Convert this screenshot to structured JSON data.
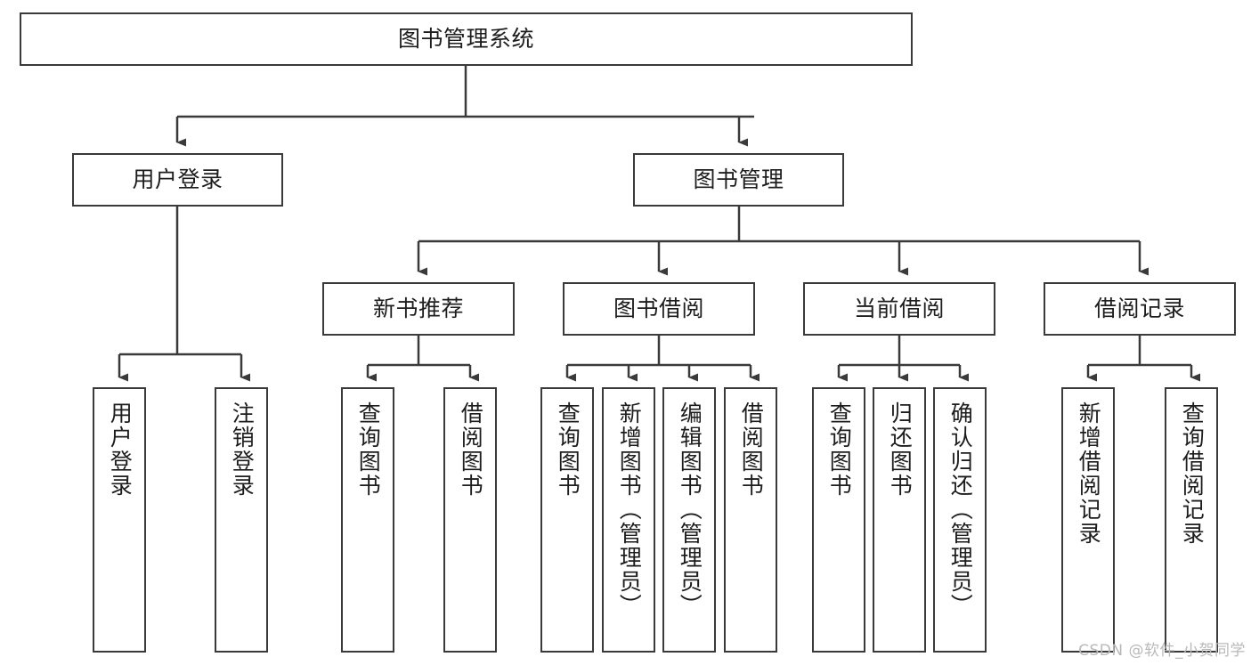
{
  "diagram": {
    "title": "图书管理系统",
    "watermark": "CSDN @软件_小贺同学",
    "line_color": "#3a3a3a",
    "box_fill": "#ffffff",
    "text_color": "#1d1d1d",
    "background": "#ffffff",
    "levels": {
      "root": {
        "label": "图书管理系统"
      },
      "level2": [
        {
          "label": "用户登录"
        },
        {
          "label": "图书管理"
        }
      ],
      "level3": [
        {
          "label": "新书推荐"
        },
        {
          "label": "图书借阅"
        },
        {
          "label": "当前借阅"
        },
        {
          "label": "借阅记录"
        }
      ],
      "leaves": {
        "user_login": [
          {
            "label": "用户登录"
          },
          {
            "label": "注销登录"
          }
        ],
        "new_book_recommend": [
          {
            "label": "查询图书"
          },
          {
            "label": "借阅图书"
          }
        ],
        "book_borrow": [
          {
            "label": "查询图书"
          },
          {
            "label": "新增图书（管理员）"
          },
          {
            "label": "编辑图书（管理员）"
          },
          {
            "label": "借阅图书"
          }
        ],
        "current_borrow": [
          {
            "label": "查询图书"
          },
          {
            "label": "归还图书"
          },
          {
            "label": "确认归还（管理员）"
          }
        ],
        "borrow_record": [
          {
            "label": "新增借阅记录"
          },
          {
            "label": "查询借阅记录"
          }
        ]
      }
    }
  }
}
